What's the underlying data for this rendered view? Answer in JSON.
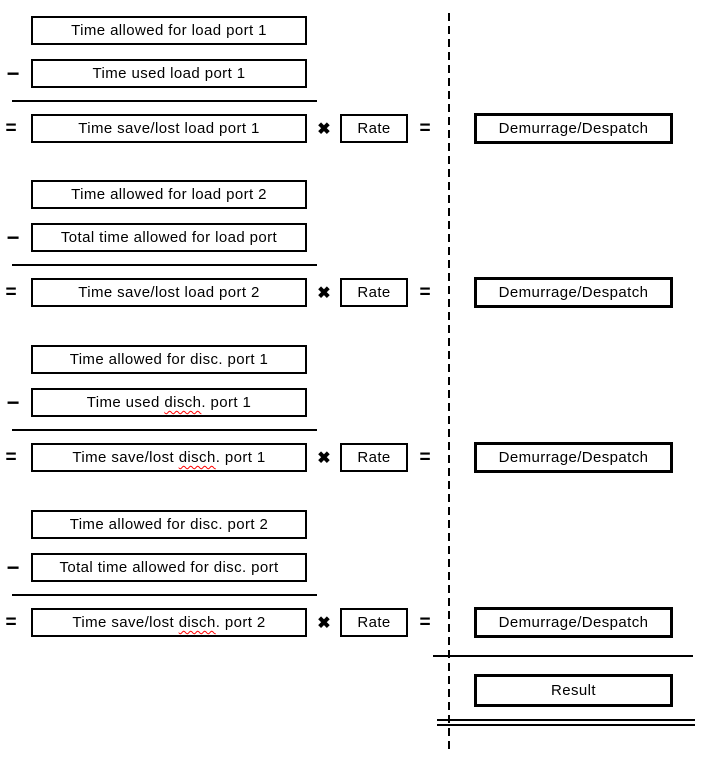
{
  "operators": {
    "minus": "−",
    "equals": "=",
    "times": "✖"
  },
  "shared": {
    "rate_label": "Rate",
    "demurrage_label": "Demurrage/Despatch"
  },
  "groups": [
    {
      "minuend": {
        "pre": "Time allowed for load port 1",
        "mis": "",
        "post": ""
      },
      "subtrahend": {
        "pre": "Time used load port 1",
        "mis": "",
        "post": ""
      },
      "difference": {
        "pre": "Time save/lost load port 1",
        "mis": "",
        "post": ""
      }
    },
    {
      "minuend": {
        "pre": "Time allowed for load port 2",
        "mis": "",
        "post": ""
      },
      "subtrahend": {
        "pre": "Total time allowed for load port",
        "mis": "",
        "post": ""
      },
      "difference": {
        "pre": "Time save/lost load port 2",
        "mis": "",
        "post": ""
      }
    },
    {
      "minuend": {
        "pre": "Time allowed for disc. port 1",
        "mis": "",
        "post": ""
      },
      "subtrahend": {
        "pre": "Time used ",
        "mis": "disch",
        "post": ". port 1"
      },
      "difference": {
        "pre": "Time save/lost ",
        "mis": "disch",
        "post": ". port 1"
      }
    },
    {
      "minuend": {
        "pre": "Time allowed for disc. port 2",
        "mis": "",
        "post": ""
      },
      "subtrahend": {
        "pre": "Total time allowed for disc. port",
        "mis": "",
        "post": ""
      },
      "difference": {
        "pre": "Time save/lost ",
        "mis": "disch",
        "post": ". port 2"
      }
    }
  ],
  "footer": {
    "result_label": "Result"
  },
  "colors": {
    "line": "#000000",
    "spellcheck_underline": "#ff0000",
    "background": "#ffffff"
  }
}
